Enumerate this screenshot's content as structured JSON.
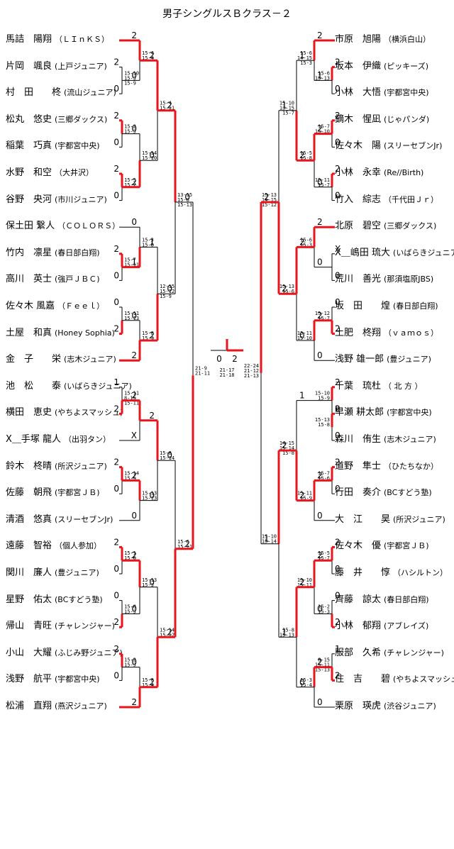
{
  "title": "男子シングルスＢクラス－２",
  "left": [
    {
      "name": "馬詰　陽翔",
      "club": "（ＬＩｎＫＳ）"
    },
    {
      "name": "片岡　颯良",
      "club": "(上戸ジュニア)"
    },
    {
      "name": "村　田　　柊",
      "club": "(流山ジュニア)"
    },
    {
      "name": "松丸　悠史",
      "club": "(三郷ダックス)"
    },
    {
      "name": "稲葉　巧真",
      "club": "(宇都宮中央)"
    },
    {
      "name": "水野　和空",
      "club": "（大井沢）"
    },
    {
      "name": "谷野　央河",
      "club": "(市川ジュニア)"
    },
    {
      "name": "保土田 繋人",
      "club": "（ＣＯＬＯＲＳ）"
    },
    {
      "name": "竹内　凛星",
      "club": "(春日部白翔)"
    },
    {
      "name": "高川　英士",
      "club": "(強戸ＪＢＣ)"
    },
    {
      "name": "佐々木 風嘉",
      "club": "（Ｆｅｅｌ）"
    },
    {
      "name": "土屋　和真",
      "club": "(Honey Sophia)"
    },
    {
      "name": "金　子　　栄",
      "club": "(志木ジュニア)"
    },
    {
      "name": "池　松　　泰",
      "club": "(いばらきジュニア)"
    },
    {
      "name": "横田　恵史",
      "club": "(やちよスマッシュ)"
    },
    {
      "name": "X＿手塚 龍人",
      "club": "（出羽タン）"
    },
    {
      "name": "鈴木　柊晴",
      "club": "(所沢ジュニア)"
    },
    {
      "name": "佐藤　朝飛",
      "club": "(宇都宮ＪＢ)"
    },
    {
      "name": "清酒　悠真",
      "club": "(スリーセブンJr)"
    },
    {
      "name": "遠藤　智裕",
      "club": "（個人参加）"
    },
    {
      "name": "関川　廉人",
      "club": "(豊ジュニア)"
    },
    {
      "name": "星野　佑太",
      "club": "(BCすどう塾)"
    },
    {
      "name": "帰山　青旺",
      "club": "(チャレンジャー)"
    },
    {
      "name": "小山　大耀",
      "club": "(ふじみ野ジュニア)"
    },
    {
      "name": "浅野　航平",
      "club": "(宇都宮中央)"
    },
    {
      "name": "松浦　直翔",
      "club": "(燕沢ジュニア)"
    }
  ],
  "right": [
    {
      "name": "市原　旭陽",
      "club": "（横浜白山）"
    },
    {
      "name": "坂本　伊織",
      "club": "(ピッキーズ)"
    },
    {
      "name": "小林　大悟",
      "club": "(宇都宮中央)"
    },
    {
      "name": "鏑木　惺凪",
      "club": "(じゃパンダ)"
    },
    {
      "name": "佐々木　陽",
      "club": "(スリーセブンJr)"
    },
    {
      "name": "小林　永幸",
      "club": "(Re//Birth)"
    },
    {
      "name": "竹入　綜志",
      "club": "（千代田Ｊｒ）"
    },
    {
      "name": "北原　碧空",
      "club": "(三郷ダックス)"
    },
    {
      "name": "X＿嶋田 琉大",
      "club": "(いばらきジュニア)"
    },
    {
      "name": "荒川　善光",
      "club": "(那須塩原JBS)"
    },
    {
      "name": "坂　田　　煌",
      "club": "(春日部白翔)"
    },
    {
      "name": "土肥　柊翔",
      "club": "（ｖａｍｏｓ）"
    },
    {
      "name": "浅野 雄一郎",
      "club": "(豊ジュニア)"
    },
    {
      "name": "千葉　琉杜",
      "club": "（ 北 方 ）"
    },
    {
      "name": "早瀬 耕太郎",
      "club": "(宇都宮中央)"
    },
    {
      "name": "森川　侑生",
      "club": "(志木ジュニア)"
    },
    {
      "name": "道野　隼士",
      "club": "（ひたちなか）"
    },
    {
      "name": "行田　奏介",
      "club": "(BCすどう塾)"
    },
    {
      "name": "大　江　　昊",
      "club": "(所沢ジュニア)"
    },
    {
      "name": "佐々木　優",
      "club": "(宇都宮ＪＢ)"
    },
    {
      "name": "藤　井　　惇",
      "club": "（ハシルトン）"
    },
    {
      "name": "齊藤　諒太",
      "club": "(春日部白翔)"
    },
    {
      "name": "小林　郁翔",
      "club": "(アブレイズ)"
    },
    {
      "name": "服部　久希",
      "club": "(チャレンジャー)"
    },
    {
      "name": "住　吉　　碧",
      "club": "(やちよスマッシュ)"
    },
    {
      "name": "栗原　瑛虎",
      "club": "(渋谷ジュニア)"
    }
  ],
  "lines": {
    "L": [
      {
        "a": [
          1
        ],
        "b": [
          2
        ],
        "sa": "2",
        "sb": "0",
        "aw": false,
        "bw": false,
        "scores": [
          "15-10",
          "15-3",
          "15-9"
        ]
      },
      {
        "a": [
          0
        ],
        "b": [
          "m0"
        ],
        "sa": "2",
        "sb": "0",
        "aw": true,
        "bw": false,
        "scores": [
          "15-4",
          "15-4"
        ]
      },
      {
        "a": [
          3
        ],
        "b": [
          4
        ],
        "sa": "2",
        "sb": "0",
        "aw": true,
        "bw": false,
        "scores": [
          "15-2",
          "15-3"
        ]
      },
      {
        "a": [
          5
        ],
        "b": [
          6
        ],
        "sa": "2",
        "sb": "0",
        "aw": true,
        "bw": false,
        "scores": [
          "15-5",
          "15-7"
        ]
      },
      {
        "a": [
          "m2"
        ],
        "b": [
          "m3"
        ],
        "sa": "0",
        "sb": "2",
        "aw": false,
        "bw": true,
        "scores": [
          "15-14",
          "15-10"
        ]
      },
      {
        "a": [
          "m1"
        ],
        "b": [
          "m4"
        ],
        "sa": "2",
        "sb": "0",
        "aw": true,
        "bw": false,
        "scores": [
          "15-4",
          "15-11"
        ]
      },
      {
        "a": [
          8
        ],
        "b": [
          9
        ],
        "sa": "2",
        "sb": "0",
        "aw": true,
        "bw": false,
        "scores": [
          "15-7",
          "15-11"
        ]
      },
      {
        "a": [
          7
        ],
        "b": [
          "m6"
        ],
        "sa": "0",
        "sb": "1",
        "aw": false,
        "bw": true,
        "scores": [
          "15-3",
          "15-8"
        ]
      },
      {
        "a": [
          10
        ],
        "b": [
          11
        ],
        "sa": "0",
        "sb": "2",
        "aw": false,
        "bw": true,
        "scores": [
          "15-11",
          "15-13"
        ]
      },
      {
        "a": [
          "m8"
        ],
        "b": [
          12
        ],
        "sa": "0",
        "sb": "2",
        "aw": false,
        "bw": true,
        "scores": [
          "15-8",
          "15-3"
        ]
      },
      {
        "a": [
          "m7"
        ],
        "b": [
          "m9"
        ],
        "sa": "1",
        "sb": "2",
        "aw": false,
        "bw": true,
        "scores": [
          "12-15",
          "15-12",
          "15-9"
        ]
      },
      {
        "a": [
          "m5"
        ],
        "b": [
          "m10"
        ],
        "sa": "2",
        "sb": "0",
        "aw": true,
        "bw": false,
        "scores": [
          "13-15",
          "15-8",
          "15-13"
        ]
      },
      {
        "a": [
          13
        ],
        "b": [
          14
        ],
        "sa": "1",
        "sb": "2",
        "aw": false,
        "bw": true,
        "scores": [
          "15-11",
          "8-15",
          "15-11"
        ]
      },
      {
        "a": [
          "m12"
        ],
        "b": [
          15
        ],
        "sa": "2",
        "sb": "X",
        "aw": true,
        "bw": false,
        "scores": []
      },
      {
        "a": [
          16
        ],
        "b": [
          17
        ],
        "sa": "2",
        "sb": "0",
        "aw": true,
        "bw": false,
        "scores": [
          "15-14",
          "15-5"
        ]
      },
      {
        "a": [
          "m14"
        ],
        "b": [
          18
        ],
        "sa": "2",
        "sb": "0",
        "aw": true,
        "bw": false,
        "scores": [
          "15-13",
          "15-13"
        ]
      },
      {
        "a": [
          "m13"
        ],
        "b": [
          "m15"
        ],
        "sa": "2",
        "sb": "0",
        "aw": true,
        "bw": false,
        "scores": [
          "15-8",
          "15-14"
        ]
      },
      {
        "a": [
          19
        ],
        "b": [
          20
        ],
        "sa": "2",
        "sb": "0",
        "aw": true,
        "bw": false,
        "scores": [
          "15-1",
          "15-6"
        ]
      },
      {
        "a": [
          21
        ],
        "b": [
          22
        ],
        "sa": "0",
        "sb": "2",
        "aw": false,
        "bw": true,
        "scores": [
          "15-8",
          "15-3"
        ]
      },
      {
        "a": [
          "m17"
        ],
        "b": [
          "m18"
        ],
        "sa": "2",
        "sb": "0",
        "aw": true,
        "bw": false,
        "scores": [
          "15-13",
          "15-3"
        ]
      },
      {
        "a": [
          23
        ],
        "b": [
          24
        ],
        "sa": "2",
        "sb": "0",
        "aw": true,
        "bw": false,
        "scores": [
          "15-2",
          "15-3"
        ]
      },
      {
        "a": [
          "m20"
        ],
        "b": [
          25
        ],
        "sa": "0",
        "sb": "2",
        "aw": false,
        "bw": true,
        "scores": [
          "15-8",
          "15-4"
        ]
      },
      {
        "a": [
          "m19"
        ],
        "b": [
          "m21"
        ],
        "sa": "0",
        "sb": "2",
        "aw": false,
        "bw": true,
        "scores": [
          "15-14",
          "15-12"
        ]
      },
      {
        "a": [
          "m16"
        ],
        "b": [
          "m22"
        ],
        "sa": "0",
        "sb": "2",
        "aw": false,
        "bw": true,
        "scores": [
          "15-6",
          "15-11"
        ]
      },
      {
        "a": [
          "m11"
        ],
        "b": [
          "m23"
        ],
        "sa": "0",
        "sb": "2",
        "aw": false,
        "bw": true,
        "scores": [
          "21-9",
          "21-11"
        ]
      }
    ],
    "R": [
      {
        "a": [
          1
        ],
        "b": [
          2
        ],
        "sa": "2",
        "sb": "0",
        "aw": true,
        "bw": false,
        "scores": [
          "15-6",
          "15-13"
        ]
      },
      {
        "a": [
          0
        ],
        "b": [
          "m0"
        ],
        "sa": "2",
        "sb": "1",
        "aw": true,
        "bw": false,
        "scores": [
          "15-6",
          "14-15",
          "15-3"
        ]
      },
      {
        "a": [
          3
        ],
        "b": [
          4
        ],
        "sa": "2",
        "sb": "0",
        "aw": true,
        "bw": false,
        "scores": [
          "15-7",
          "15-10"
        ]
      },
      {
        "a": [
          5
        ],
        "b": [
          6
        ],
        "sa": "2",
        "sb": "0",
        "aw": true,
        "bw": false,
        "scores": [
          "15-11",
          "15-7"
        ]
      },
      {
        "a": [
          "m2"
        ],
        "b": [
          "m3"
        ],
        "sa": "2",
        "sb": "0",
        "aw": true,
        "bw": false,
        "scores": [
          "15-5",
          "15-8"
        ]
      },
      {
        "a": [
          "m1"
        ],
        "b": [
          "m4"
        ],
        "sa": "1",
        "sb": "2",
        "aw": false,
        "bw": true,
        "scores": [
          "15-10",
          "13-15",
          "15-7"
        ]
      },
      {
        "a": [
          8
        ],
        "b": [
          9
        ],
        "sa": "X",
        "sb": "0",
        "aw": false,
        "bw": false,
        "scores": []
      },
      {
        "a": [
          7
        ],
        "b": [
          "m6"
        ],
        "sa": "2",
        "sb": "0",
        "aw": true,
        "bw": false,
        "scores": [
          "15-6",
          "15-3"
        ]
      },
      {
        "a": [
          10
        ],
        "b": [
          11
        ],
        "sa": "0",
        "sb": "2",
        "aw": false,
        "bw": true,
        "scores": [
          "15-12",
          "15-7"
        ]
      },
      {
        "a": [
          "m8"
        ],
        "b": [
          12
        ],
        "sa": "2",
        "sb": "0",
        "aw": true,
        "bw": false,
        "scores": [
          "15-11",
          "15-10"
        ]
      },
      {
        "a": [
          "m7"
        ],
        "b": [
          "m9"
        ],
        "sa": "2",
        "sb": "0",
        "aw": true,
        "bw": false,
        "scores": [
          "15-13",
          "15-6"
        ]
      },
      {
        "a": [
          "m5"
        ],
        "b": [
          "m10"
        ],
        "sa": "1",
        "sb": "2",
        "aw": false,
        "bw": true,
        "scores": [
          "15-13",
          "14-15",
          "15-12"
        ]
      },
      {
        "a": [
          13
        ],
        "b": [
          14
        ],
        "sa": "2",
        "sb": "0",
        "aw": true,
        "bw": false,
        "scores": [
          "15-10",
          "15-9"
        ]
      },
      {
        "a": [
          14
        ],
        "b": [
          15
        ],
        "sa": "2",
        "sb": "0",
        "aw": true,
        "bw": false,
        "scores": [
          "15-13",
          "15-8"
        ]
      },
      {
        "a": [
          16
        ],
        "b": [
          17
        ],
        "sa": "2",
        "sb": "0",
        "aw": true,
        "bw": false,
        "scores": [
          "15-7",
          "15-6"
        ]
      },
      {
        "a": [
          "m14"
        ],
        "b": [
          18
        ],
        "sa": "2",
        "sb": "0",
        "aw": true,
        "bw": false,
        "scores": [
          "15-11",
          "15-9"
        ]
      },
      {
        "a": [
          "m12"
        ],
        "b": [
          "m15"
        ],
        "sa": "1",
        "sb": "2",
        "aw": false,
        "bw": true,
        "scores": [
          "14-15",
          "15-14",
          "15-8"
        ]
      },
      {
        "a": [
          19
        ],
        "b": [
          20
        ],
        "sa": "2",
        "sb": "0",
        "aw": true,
        "bw": false,
        "scores": [
          "15-5",
          "15-7"
        ]
      },
      {
        "a": [
          21
        ],
        "b": [
          22
        ],
        "sa": "0",
        "sb": "2",
        "aw": false,
        "bw": true,
        "scores": [
          "15-2",
          "15-3"
        ]
      },
      {
        "a": [
          "m17"
        ],
        "b": [
          "m18"
        ],
        "sa": "2",
        "sb": "0",
        "aw": true,
        "bw": false,
        "scores": [
          "15-10",
          "15-11"
        ]
      },
      {
        "a": [
          23
        ],
        "b": [
          24
        ],
        "sa": "1",
        "sb": "2",
        "aw": false,
        "bw": true,
        "scores": [
          "8-15",
          "15-11",
          "15-13"
        ]
      },
      {
        "a": [
          "m20"
        ],
        "b": [
          25
        ],
        "sa": "2",
        "sb": "0",
        "aw": true,
        "bw": false,
        "scores": [
          "15-3",
          "15-4"
        ]
      },
      {
        "a": [
          "m19"
        ],
        "b": [
          "m21"
        ],
        "sa": "2",
        "sb": "0",
        "aw": true,
        "bw": false,
        "scores": [
          "15-8",
          "15-13"
        ]
      },
      {
        "a": [
          "m16"
        ],
        "b": [
          "m22"
        ],
        "sa": "2",
        "sb": "1",
        "aw": true,
        "bw": false,
        "scores": [
          "15-10",
          "15-14"
        ]
      },
      {
        "a": [
          "m11"
        ],
        "b": [
          "m23"
        ],
        "sa": "2",
        "sb": "1",
        "aw": true,
        "bw": false,
        "scores": [
          "22-24",
          "21-12",
          "21-13"
        ]
      }
    ]
  },
  "final": {
    "left_score": "0",
    "right_score": "2",
    "scores": [
      "21-17",
      "21-18"
    ]
  }
}
